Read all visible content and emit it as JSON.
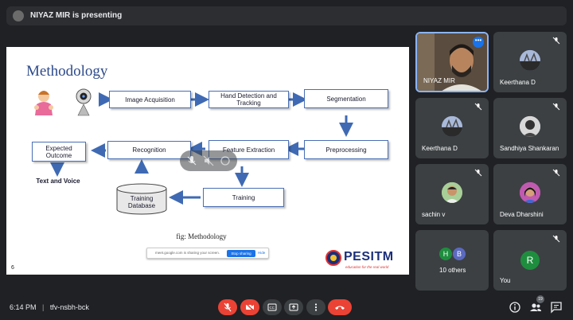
{
  "topbar": {
    "presenting_text": "NIYAZ MIR is presenting"
  },
  "slide": {
    "title": "Methodology",
    "boxes": {
      "image_acquisition": "Image Acquisition",
      "hand_detection": "Hand Detection and Tracking",
      "segmentation": "Segmentation",
      "preprocessing": "Preprocessing",
      "feature_extraction": "Feature Extraction",
      "recognition": "Recognition",
      "expected_outcome": "Expected Outcome",
      "training": "Training",
      "training_database": "Training Database"
    },
    "text_and_voice": "Text and Voice",
    "caption": "fig: Methodology",
    "slide_number": "6",
    "logo_text": "PESITM",
    "logo_tagline": "education for the real world"
  },
  "share_bar": {
    "message": "meet.google.com is sharing your screen.",
    "stop_label": "Stop sharing",
    "hide_label": "Hide"
  },
  "participants": [
    {
      "name": "NIYAZ MIR",
      "type": "video"
    },
    {
      "name": "Keerthana D",
      "type": "avatar"
    },
    {
      "name": "Keerthana D",
      "type": "avatar"
    },
    {
      "name": "Sandhiya Shankaran",
      "type": "avatar"
    },
    {
      "name": "sachin v",
      "type": "avatar"
    },
    {
      "name": "Deva Dharshini",
      "type": "avatar"
    },
    {
      "name": "10 others",
      "type": "group",
      "initials": [
        "H",
        "B"
      ]
    },
    {
      "name": "You",
      "type": "initial",
      "initial": "R"
    }
  ],
  "bottom": {
    "time": "6:14 PM",
    "separator": "|",
    "meeting_code": "tfv-nsbh-bck",
    "participant_count": "19"
  },
  "colors": {
    "accent_blue": "#1a73e8",
    "end_call_red": "#ea4335",
    "muted_red": "#ea4335",
    "tile_bg": "#3c4043",
    "you_avatar": "#1e8e3e",
    "h_avatar": "#1e8e3e",
    "b_avatar": "#5b6abf"
  }
}
